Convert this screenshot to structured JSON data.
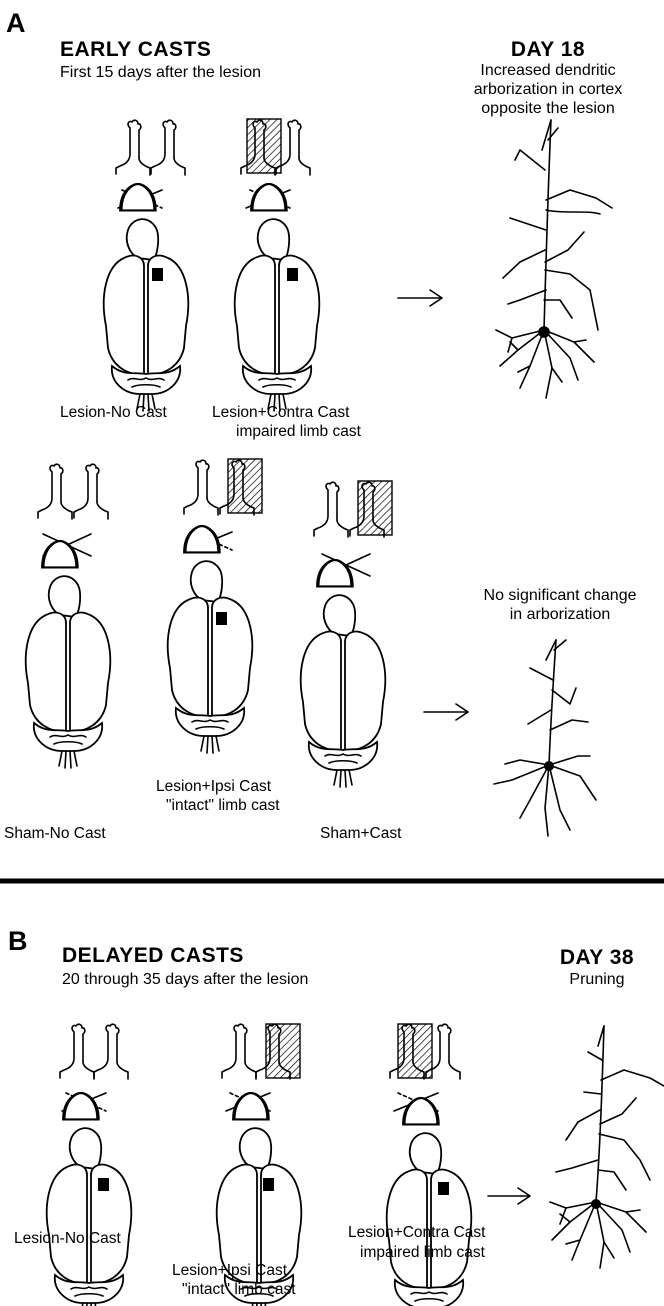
{
  "panel_a": {
    "letter": "A",
    "title": "EARLY CASTS",
    "subtitle": "First 15 days after the lesion",
    "day_title": "DAY 18",
    "day_note": [
      "Increased dendritic",
      "arborization in cortex",
      "opposite the lesion"
    ],
    "no_change_note": [
      "No significant change",
      "in arborization"
    ],
    "captions": {
      "lesion_no_cast": "Lesion-No Cast",
      "lesion_contra": [
        "Lesion+Contra Cast",
        "impaired limb cast"
      ],
      "sham_no_cast": "Sham-No Cast",
      "lesion_ipsi": [
        "Lesion+Ipsi Cast",
        "\"intact\" limb cast"
      ],
      "sham_cast": "Sham+Cast"
    }
  },
  "panel_b": {
    "letter": "B",
    "title": "DELAYED CASTS",
    "subtitle": "20 through 35 days after the lesion",
    "day_title": "DAY 38",
    "day_note": "Pruning",
    "captions": {
      "lesion_no_cast": "Lesion-No Cast",
      "lesion_ipsi": [
        "Lesion+Ipsi Cast",
        "\"intact\" limb cast"
      ],
      "lesion_contra": [
        "Lesion+Contra Cast",
        "impaired limb cast"
      ]
    }
  },
  "colors": {
    "ink": "#000000",
    "background": "#ffffff"
  }
}
